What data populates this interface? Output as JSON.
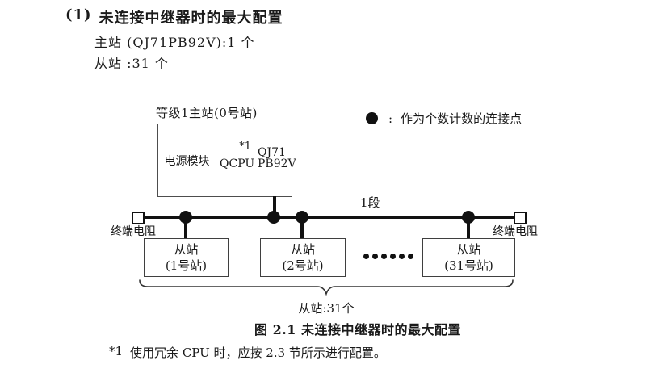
{
  "heading": {
    "number": "(1)",
    "title": "未连接中继器时的最大配置"
  },
  "specs": {
    "master_line": "主站 (QJ71PB92V):1 个",
    "slave_line": "从站 :31 个"
  },
  "legend": {
    "separator": ":",
    "label": "作为个数计数的连接点"
  },
  "diagram": {
    "master_label": "等级1主站(0号站)",
    "master_modules": {
      "power": "电源模块",
      "cpu": "QCPU",
      "cpu_note": "*1",
      "pb_line1": "QJ71",
      "pb_line2": "PB92V"
    },
    "segment_label": "1段",
    "terminator_left": "终端电阻",
    "terminator_right": "终端电阻",
    "slaves": [
      {
        "name": "从站",
        "station": "(1号站)"
      },
      {
        "name": "从站",
        "station": "(2号站)"
      },
      {
        "name": "从站",
        "station": "(31号站)"
      }
    ],
    "ellipsis_dot_count": 6,
    "brace_label": "从站:31个"
  },
  "caption": "图 2.1 未连接中继器时的最大配置",
  "footnote": {
    "marker": "*1",
    "text": "使用冗余 CPU 时，应按 2.3 节所示进行配置。"
  },
  "colors": {
    "ink": "#1a1a1a",
    "line": "#111111",
    "box_border": "#4d4d4d"
  }
}
